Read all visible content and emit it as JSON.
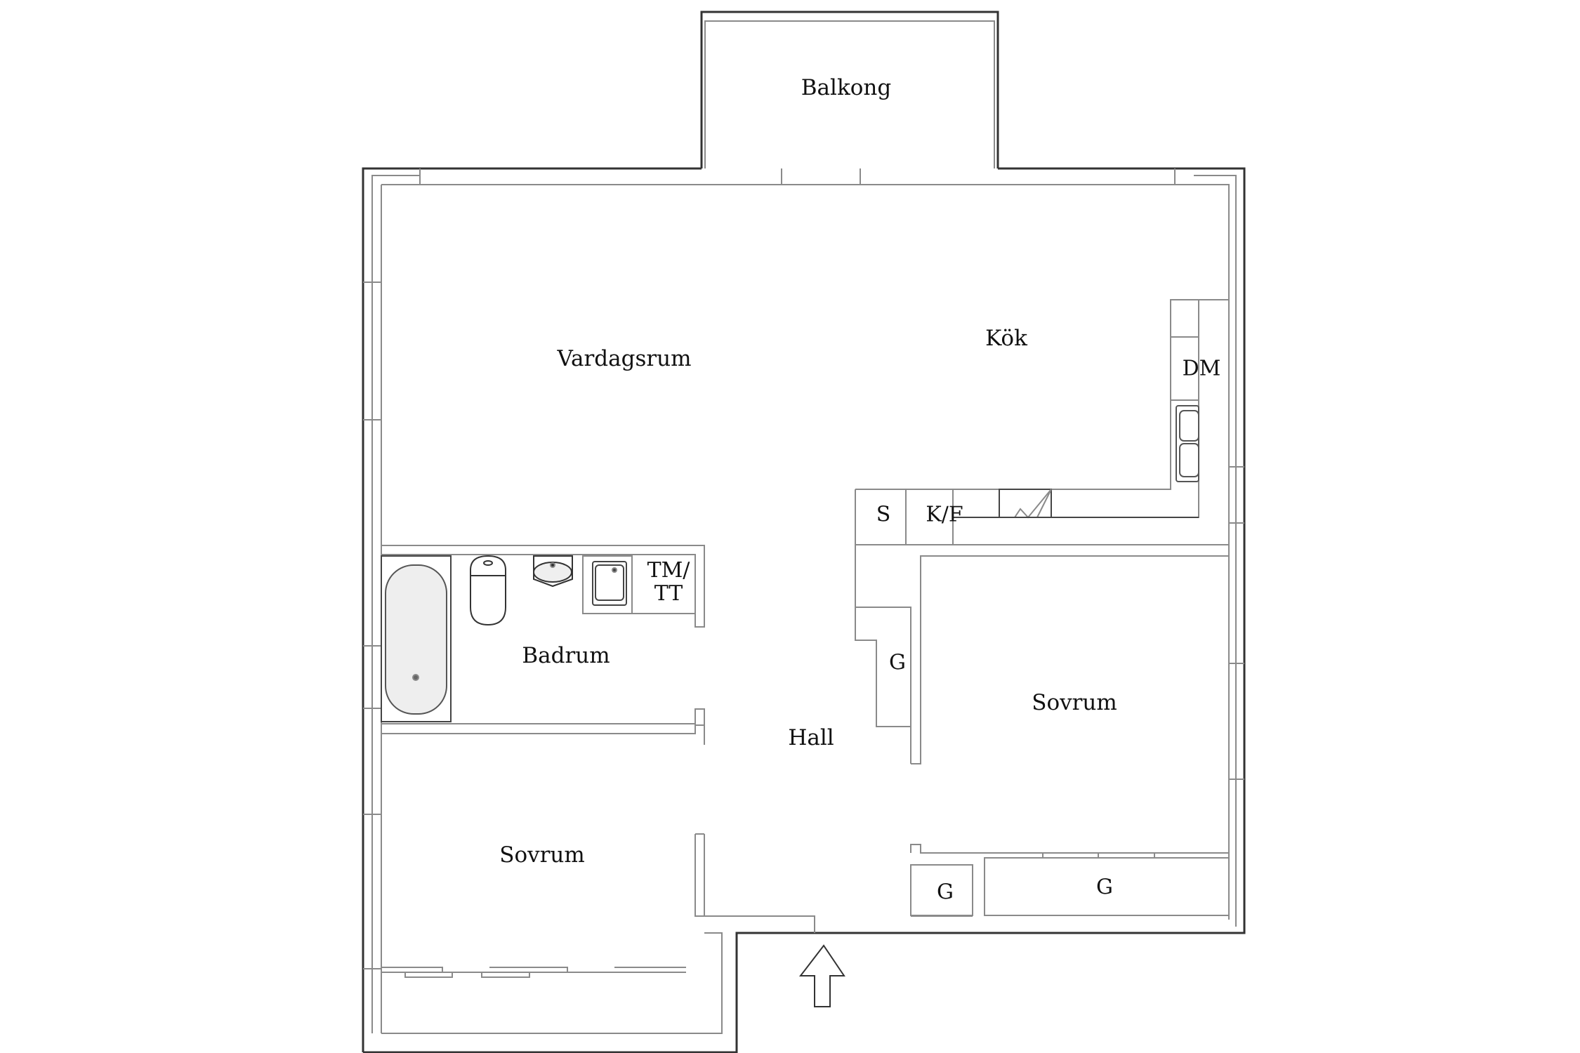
{
  "floorplan": {
    "rooms": [
      {
        "id": "balkong",
        "label": "Balkong"
      },
      {
        "id": "vardagsrum",
        "label": "Vardagsrum"
      },
      {
        "id": "kok",
        "label": "Kök"
      },
      {
        "id": "badrum",
        "label": "Badrum"
      },
      {
        "id": "hall",
        "label": "Hall"
      },
      {
        "id": "sovrum-1",
        "label": "Sovrum"
      },
      {
        "id": "sovrum-2",
        "label": "Sovrum"
      }
    ],
    "fixtures": {
      "dishwasher": "DM",
      "stove": "S",
      "fridge_freezer": "K/F",
      "washer_dryer_line1": "TM/",
      "washer_dryer_line2": "TT",
      "wardrobe_hall": "G",
      "wardrobe_small": "G",
      "wardrobe_bedroom": "G"
    },
    "entrance": "entrance-arrow-icon",
    "colors": {
      "wall": "#444444",
      "inner_line": "#8a8a8a",
      "text": "#111111",
      "background": "#ffffff"
    }
  }
}
